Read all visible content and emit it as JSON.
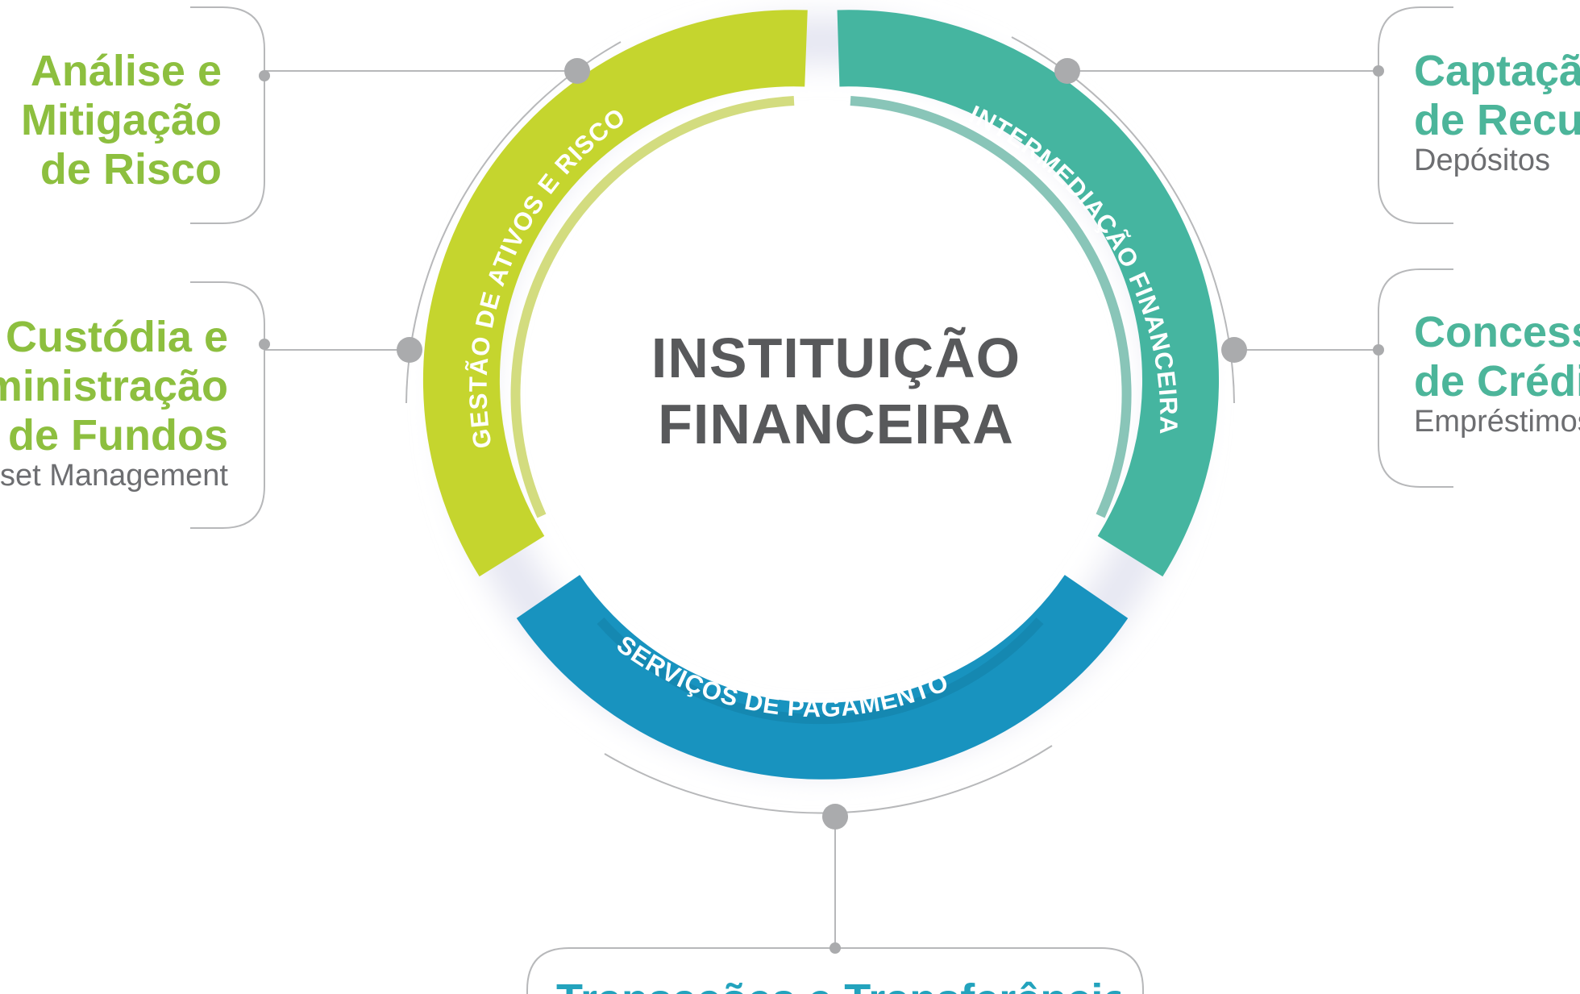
{
  "center": {
    "line1": "INSTITUIÇÃO",
    "line2": "FINANCEIRA"
  },
  "segments": [
    {
      "label": "GESTÃO DE ATIVOS E RISCO",
      "color": "#c5d52e",
      "color_dark": "#b5c52a"
    },
    {
      "label": "INTERMEDIAÇÃO FINANCEIRA",
      "color": "#45b5a0",
      "color_dark": "#3a9e89"
    },
    {
      "label": "SERVIÇOS DE PAGAMENTO",
      "color": "#1893bf",
      "color_dark": "#1480a8"
    }
  ],
  "functions": {
    "risk": {
      "title_lines": [
        "Análise e",
        "Mitigação",
        "de Risco"
      ],
      "color": "#8dbf3f"
    },
    "custody": {
      "title_lines": [
        "Custódia e",
        "Administração",
        "de Fundos"
      ],
      "subtitle": "Asset Management",
      "color": "#8dbf3f"
    },
    "funding": {
      "title_lines": [
        "Captação",
        "de Recursos"
      ],
      "subtitle": "Depósitos",
      "color": "#4cb59a"
    },
    "credit": {
      "title_lines": [
        "Concessão",
        "de Crédito"
      ],
      "subtitle": "Empréstimos",
      "color": "#4cb59a"
    },
    "transactions": {
      "title": "Transações e Transferências",
      "color": "#23a3bd"
    }
  },
  "colors": {
    "connector": "#b7b8ba",
    "node": "#aaabad",
    "text_gray": "#6d6e71",
    "center_text": "#58595b"
  }
}
